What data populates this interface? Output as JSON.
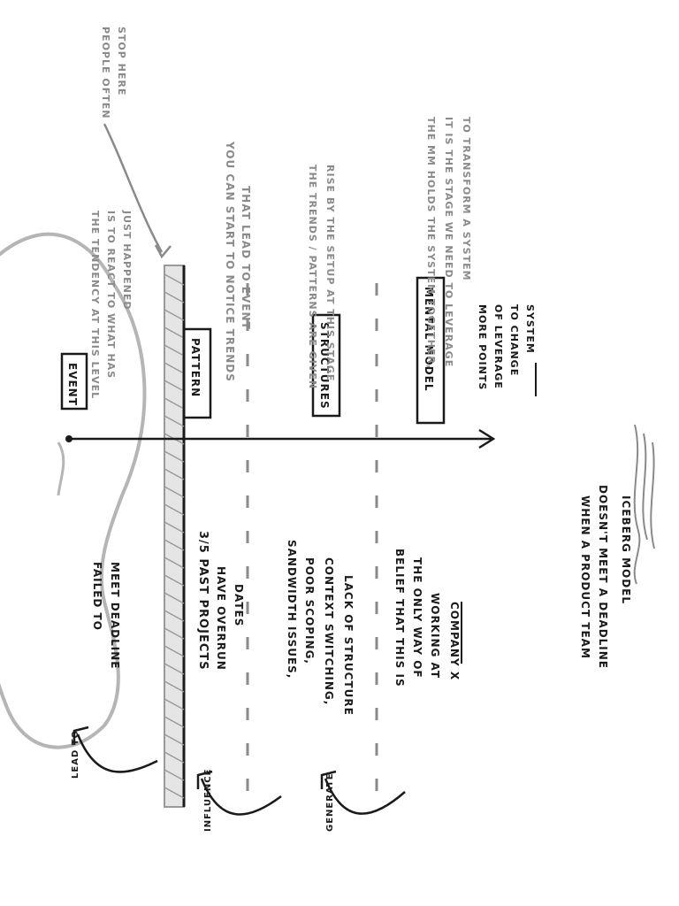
{
  "levels": {
    "event": {
      "label": "EVENT",
      "note": [
        "THE TENDENCY AT THIS LEVEL",
        "IS TO REACT TO WHAT HAS",
        "JUST HAPPENED"
      ]
    },
    "pattern": {
      "label": "PATTERN",
      "note": [
        "YOU CAN START TO NOTICE TRENDS",
        "THAT LEAD TO EVENT"
      ]
    },
    "structures": {
      "label": "STRUCTURES",
      "note": [
        "THE TRENDS / PATTERNS ARE GIVEN",
        "RISE BY THE SETUP AT THIS STAGE"
      ]
    },
    "mental_model": {
      "label": "MENTAL MODEL",
      "note": [
        "THE MM HOLDS THE SYSTEM TOGETHER,",
        "IT IS THE STAGE WE NEED TO LEVERAGE",
        "TO TRANSFORM A SYSTEM"
      ]
    }
  },
  "waterline_note": [
    "PEOPLE OFTEN",
    "STOP HERE"
  ],
  "arrow_note": [
    "MORE POINTS",
    "OF LEVERAGE",
    "TO CHANGE",
    "SYSTEM"
  ],
  "iceberg": {
    "event": [
      "FAILED TO",
      "MEET DEADLINE"
    ],
    "pattern": [
      "3/5 PAST PROJECTS",
      "HAVE OVERRUN",
      "DATES"
    ],
    "structures": [
      "SANDWIDTH ISSUES,",
      "POOR SCOPING,",
      "CONTEXT SWITCHING,",
      "LACK OF STRUCTURE"
    ],
    "mental_model": [
      "BELIEF THAT THIS IS",
      "THE ONLY WAY OF",
      "WORKING AT",
      "COMPANY X"
    ]
  },
  "connectors": {
    "lead_to": "LEAD TO",
    "influence": "INFLUENCE",
    "generate": "GENERATE"
  },
  "title": [
    "WHEN A PRODUCT TEAM",
    "DOESN'T MEET A DEADLINE",
    "ICEBERG MODEL"
  ],
  "colors": {
    "ink": "#1a1a1a",
    "pencil": "#8a8a8a",
    "iceberg_outline": "#b5b5b5",
    "waterline_fill": "#d8d8d8"
  }
}
